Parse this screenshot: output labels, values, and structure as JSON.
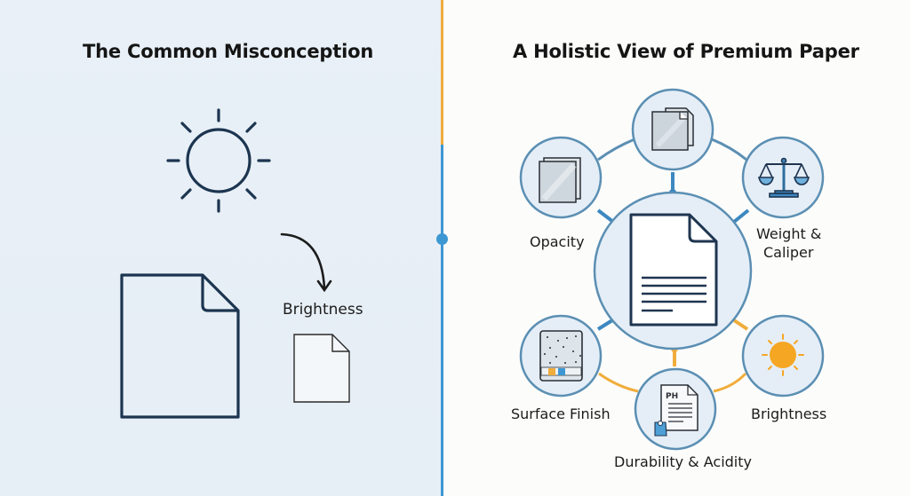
{
  "left": {
    "title": "The Common Misconception",
    "arrow_label": "Brightness",
    "icons": [
      "sun-outline-icon",
      "large-document-icon",
      "curved-arrow-icon",
      "small-document-icon"
    ]
  },
  "right": {
    "title": "A Holistic View of Premium Paper",
    "center_node": {
      "icon": "document-with-lines-icon"
    },
    "nodes": [
      {
        "id": "translucency",
        "label": "",
        "icon": "stacked-pages-icon"
      },
      {
        "id": "opacity",
        "label": "Opacity",
        "icon": "layered-sheets-icon"
      },
      {
        "id": "weight",
        "label_line1": "Weight &",
        "label_line2": "Caliper",
        "icon": "balance-scale-icon"
      },
      {
        "id": "surface",
        "label": "Surface Finish",
        "icon": "texture-swatch-icon"
      },
      {
        "id": "durability",
        "label": "Durability & Acidity",
        "icon": "ph-document-icon",
        "ph_text": "PH"
      },
      {
        "id": "brightness",
        "label": "Brightness",
        "icon": "sun-filled-icon"
      }
    ]
  },
  "colors": {
    "accent_blue": "#3d97d3",
    "accent_orange": "#f0ad3b",
    "node_stroke": "#5b8fb3",
    "node_fill": "#e4eef7",
    "ink": "#1f3550"
  }
}
